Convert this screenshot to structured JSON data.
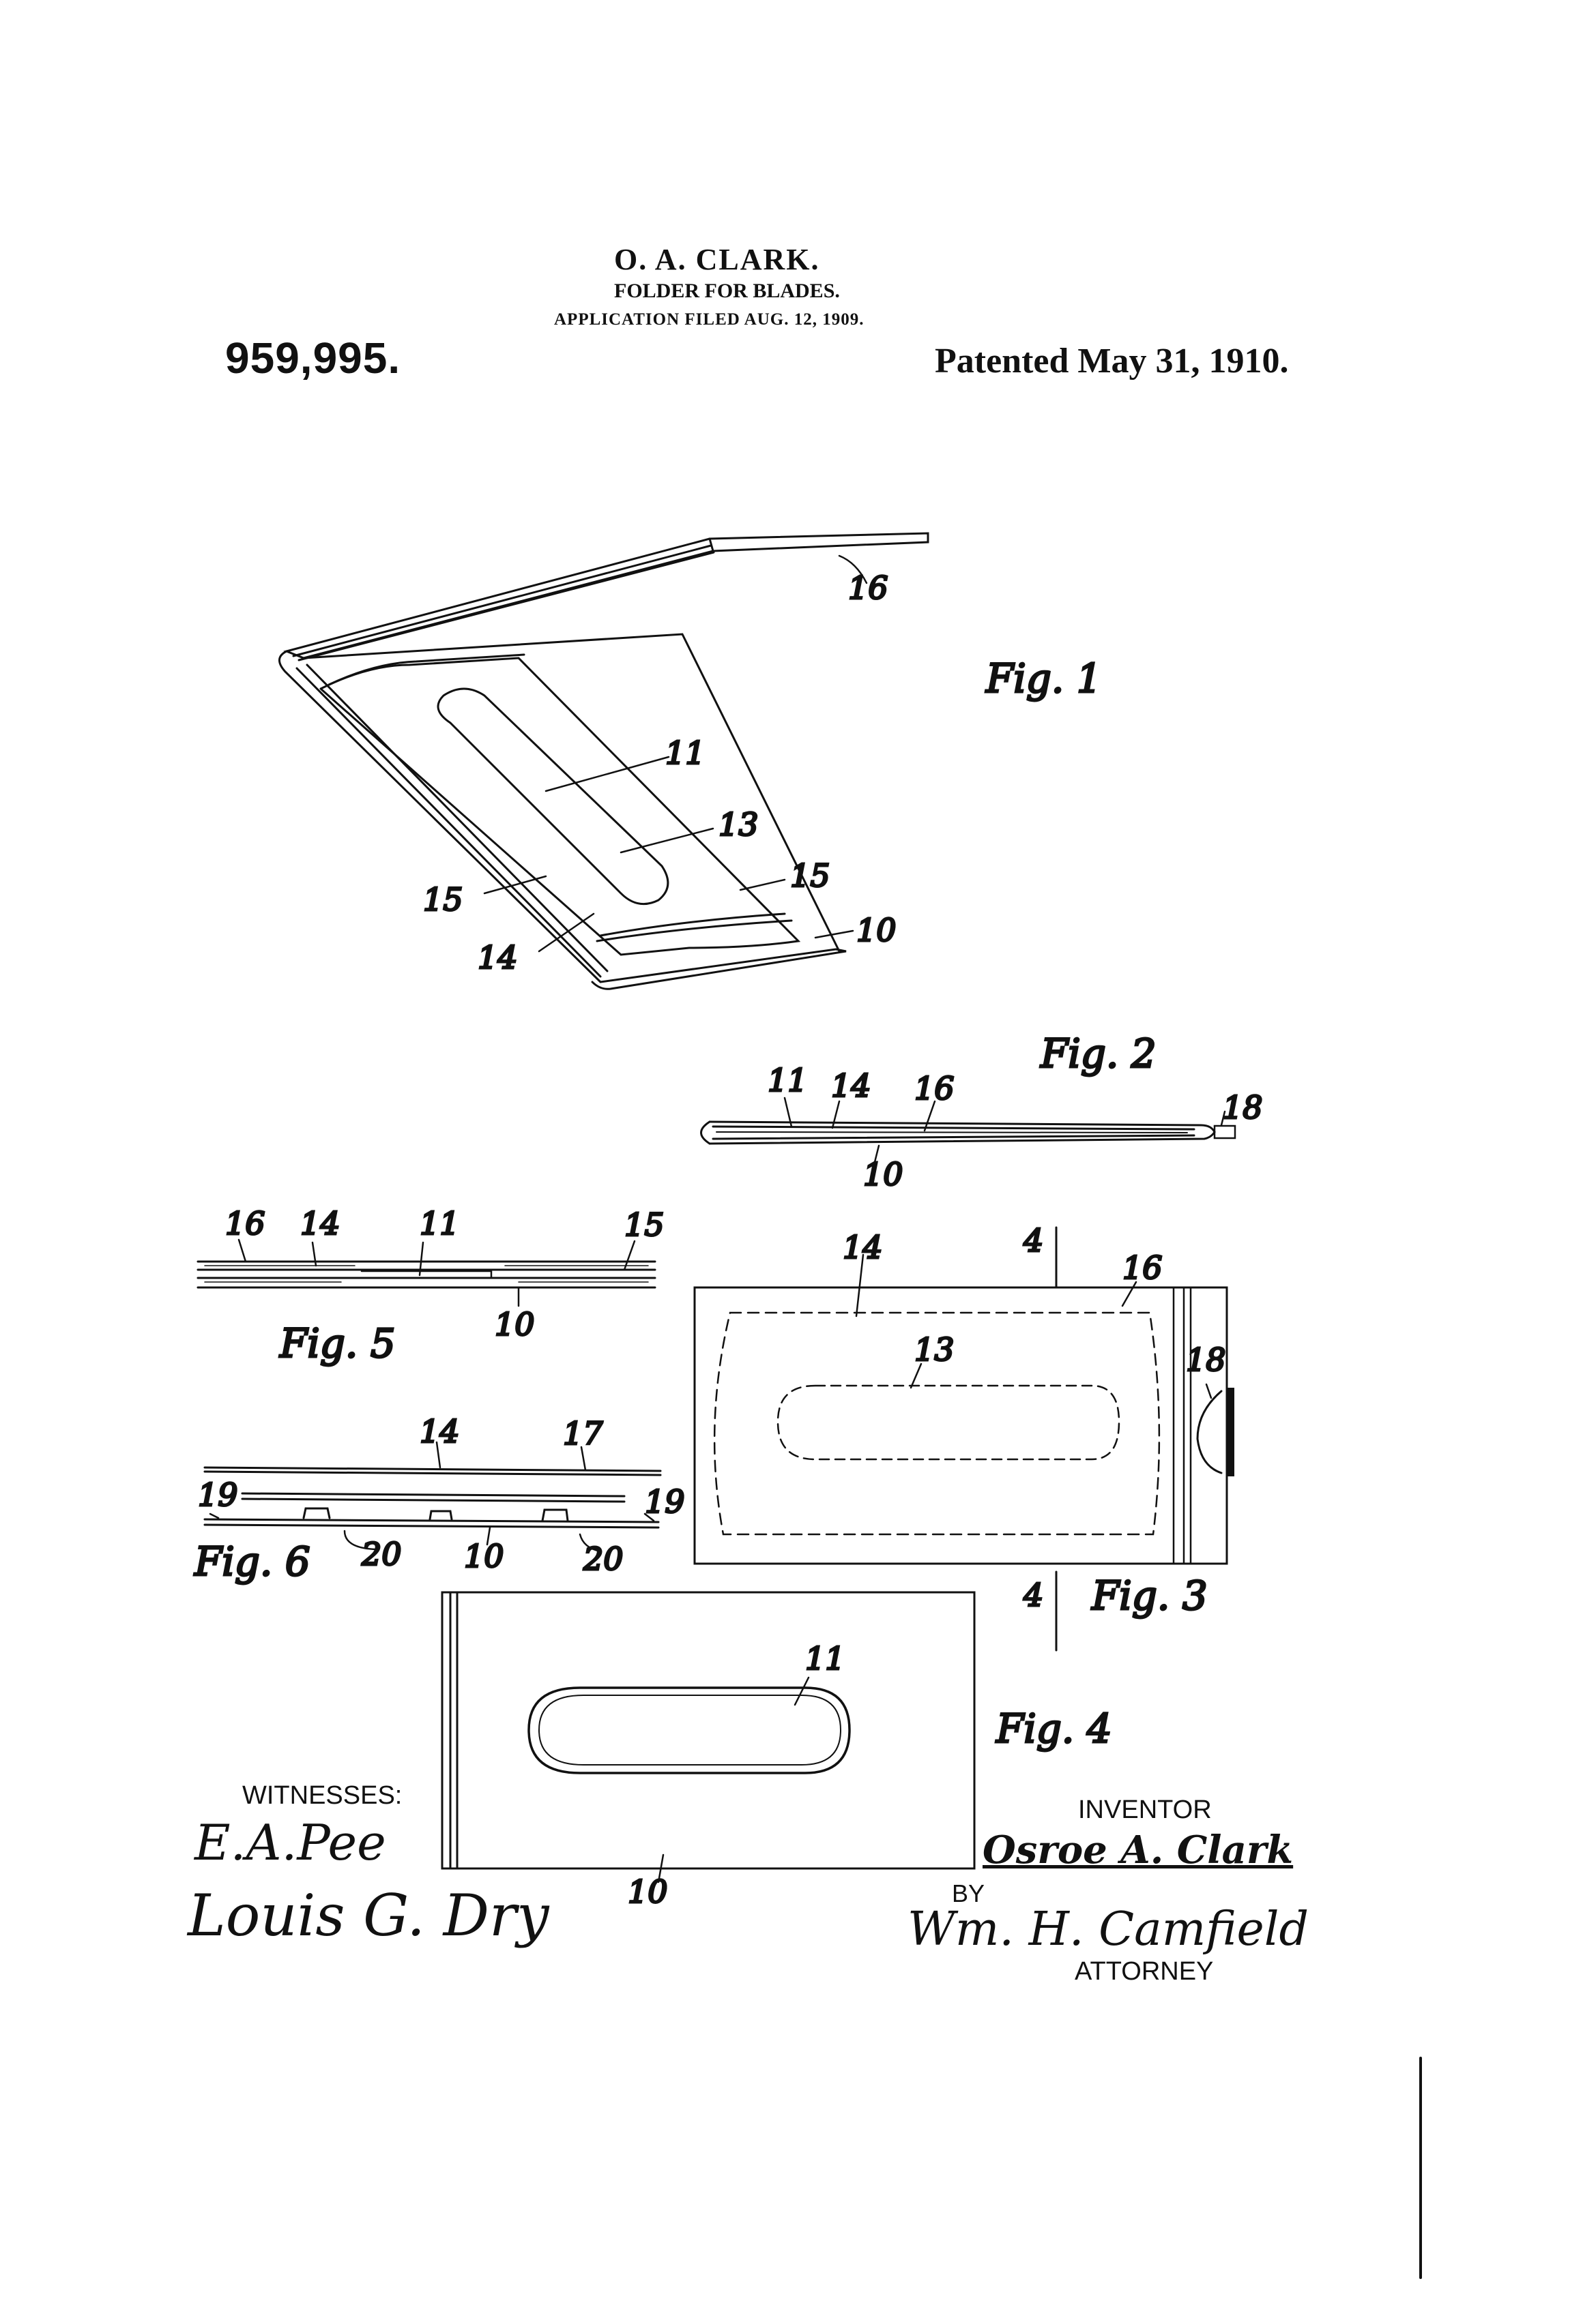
{
  "header": {
    "inventor_name": "O. A. CLARK.",
    "title": "FOLDER FOR BLADES.",
    "application": "APPLICATION FILED AUG. 12, 1909.",
    "patent_number": "959,995.",
    "patented_date": "Patented May 31, 1910."
  },
  "figures": {
    "fig1": {
      "label": "Fig. 1",
      "refs": [
        "16",
        "11",
        "13",
        "15",
        "15",
        "14",
        "10"
      ]
    },
    "fig2": {
      "label": "Fig. 2",
      "refs": [
        "11",
        "14",
        "16",
        "18",
        "10"
      ]
    },
    "fig3": {
      "label": "Fig. 3",
      "refs": [
        "14",
        "4",
        "16",
        "13",
        "18",
        "4"
      ]
    },
    "fig4": {
      "label": "Fig. 4",
      "refs": [
        "11",
        "10"
      ]
    },
    "fig5": {
      "label": "Fig. 5",
      "refs": [
        "16",
        "14",
        "11",
        "15",
        "10"
      ]
    },
    "fig6": {
      "label": "Fig. 6",
      "refs": [
        "14",
        "17",
        "19",
        "19",
        "20",
        "10",
        "20"
      ]
    }
  },
  "signatures": {
    "witnesses_label": "WITNESSES:",
    "witness_1": "E.A.Pee",
    "witness_2": "Louis G. Dry",
    "inventor_label": "INVENTOR",
    "inventor_signature": "Osroe A. Clark",
    "by_label": "BY",
    "attorney_signature": "Wm. H. Camfield",
    "attorney_label": "ATTORNEY"
  }
}
